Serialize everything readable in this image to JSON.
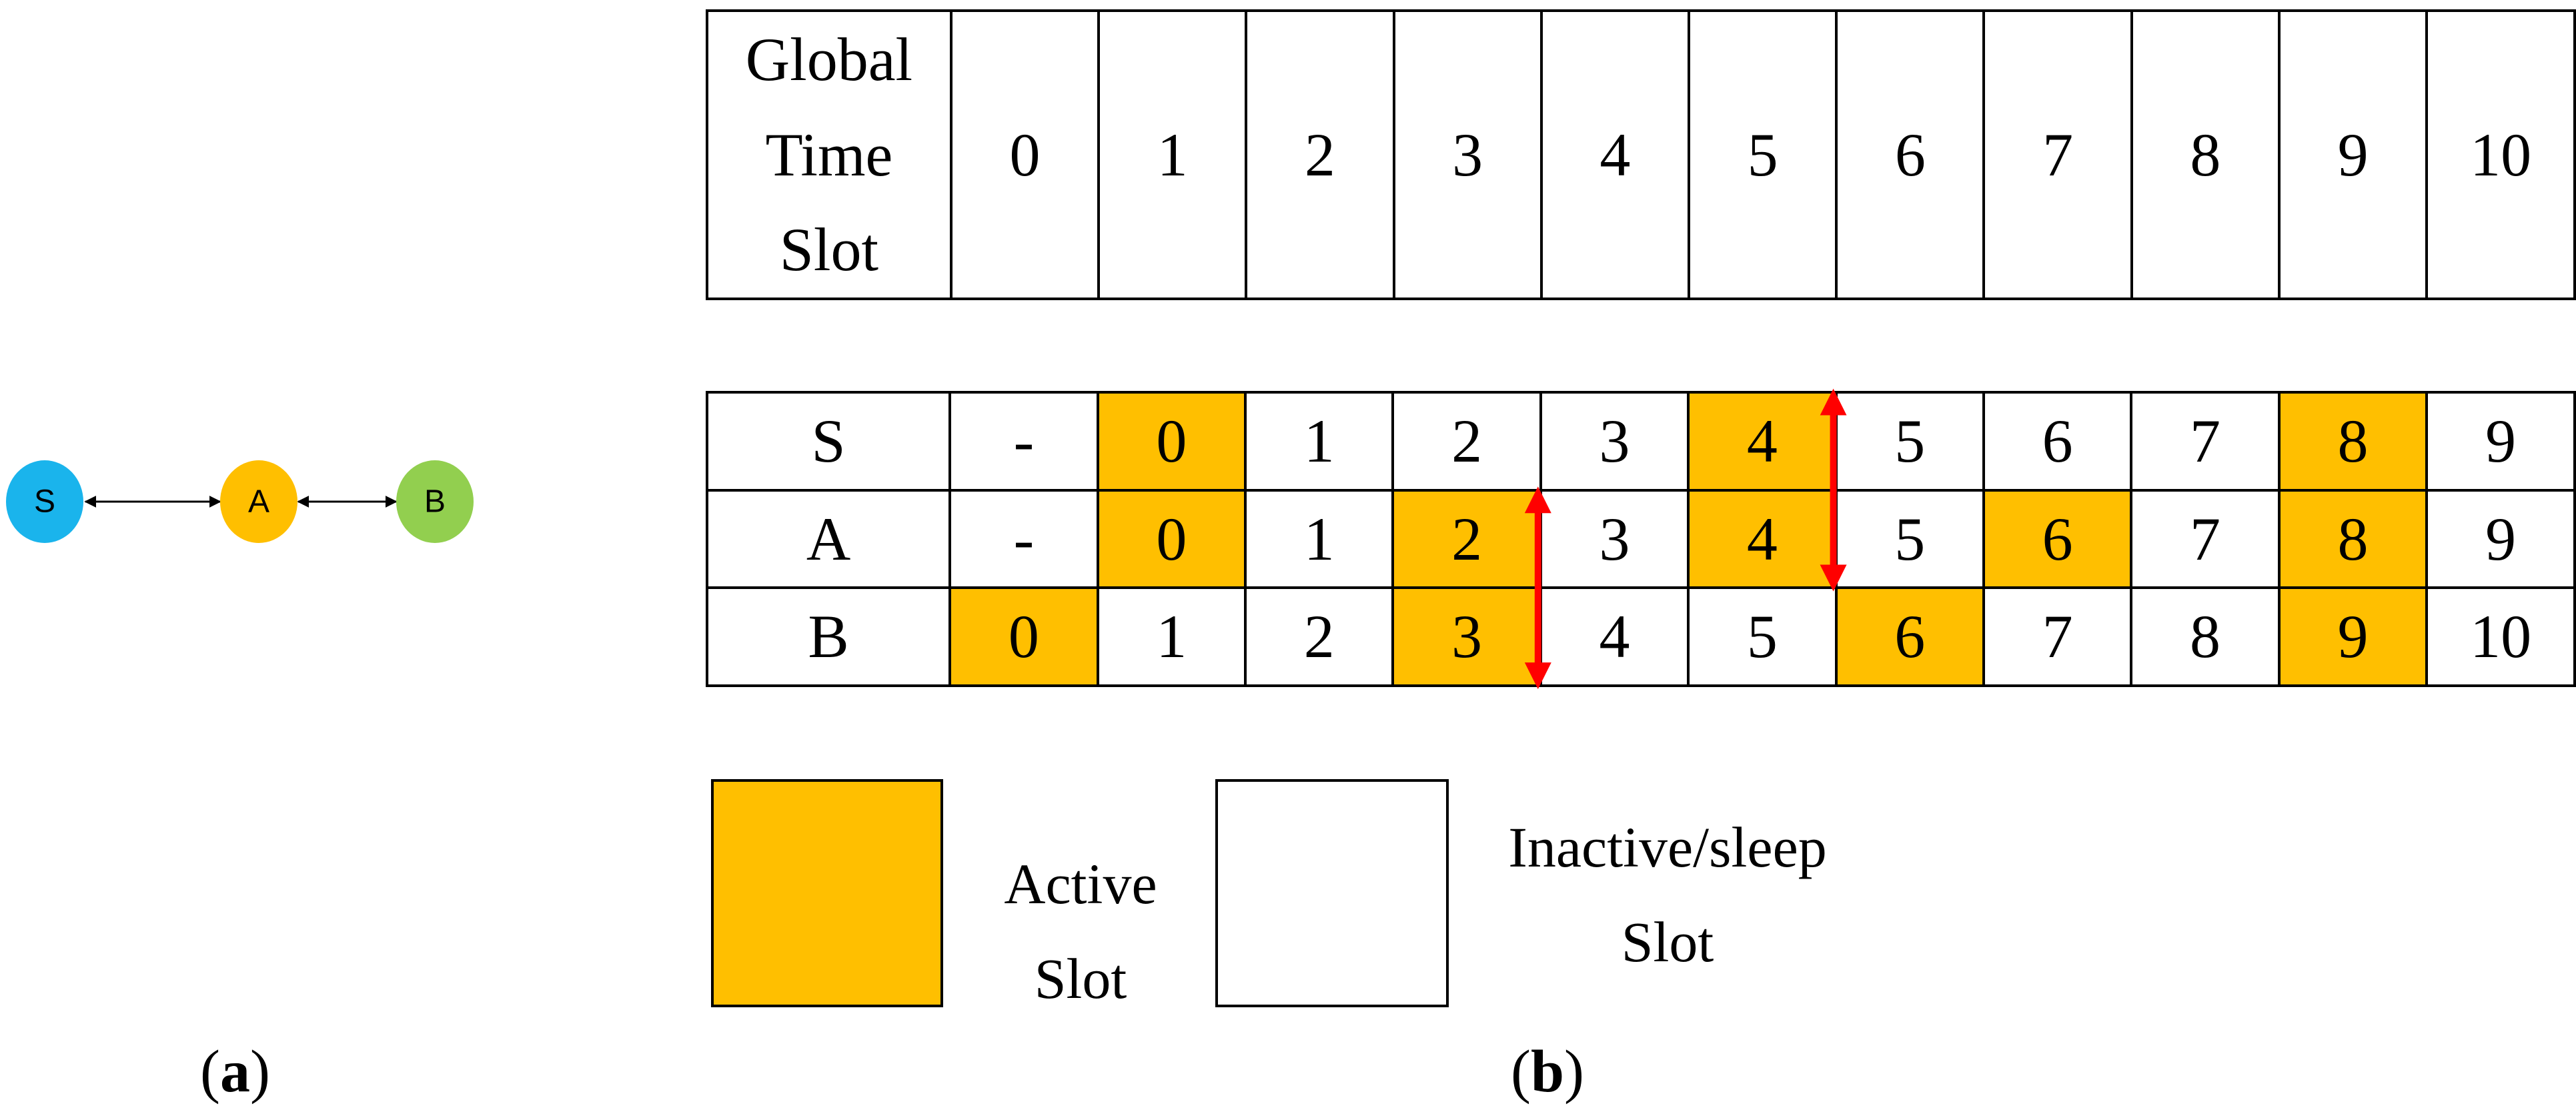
{
  "colors": {
    "active": "#ffbf00",
    "inactive": "#ffffff",
    "arrow": "#ff0000",
    "node_s": "#1ab4ec",
    "node_a": "#ffbf00",
    "node_b": "#92cf4f"
  },
  "topology": {
    "nodes": [
      {
        "id": "S",
        "label": "S"
      },
      {
        "id": "A",
        "label": "A"
      },
      {
        "id": "B",
        "label": "B"
      }
    ],
    "edges": [
      {
        "from": "S",
        "to": "A",
        "bidirectional": true
      },
      {
        "from": "A",
        "to": "B",
        "bidirectional": true
      }
    ]
  },
  "global": {
    "header_lines": [
      "Global",
      "Time",
      "Slot"
    ],
    "slots": [
      "0",
      "1",
      "2",
      "3",
      "4",
      "5",
      "6",
      "7",
      "8",
      "9",
      "10"
    ]
  },
  "schedule": [
    {
      "node": "S",
      "cells": [
        "-",
        "0",
        "1",
        "2",
        "3",
        "4",
        "5",
        "6",
        "7",
        "8",
        "9"
      ],
      "active": [
        false,
        true,
        false,
        false,
        false,
        true,
        false,
        false,
        false,
        true,
        false
      ]
    },
    {
      "node": "A",
      "cells": [
        "-",
        "0",
        "1",
        "2",
        "3",
        "4",
        "5",
        "6",
        "7",
        "8",
        "9"
      ],
      "active": [
        false,
        true,
        false,
        true,
        false,
        true,
        false,
        true,
        false,
        true,
        false
      ]
    },
    {
      "node": "B",
      "cells": [
        "0",
        "1",
        "2",
        "3",
        "4",
        "5",
        "6",
        "7",
        "8",
        "9",
        "10"
      ],
      "active": [
        true,
        false,
        false,
        true,
        false,
        false,
        true,
        false,
        false,
        true,
        false
      ]
    }
  ],
  "transmissions": [
    {
      "between": [
        "S",
        "A"
      ],
      "global_slot": 5
    },
    {
      "between": [
        "A",
        "B"
      ],
      "global_slot": 3
    }
  ],
  "legend": {
    "active_lines": [
      "Active",
      "Slot"
    ],
    "inactive_lines": [
      "Inactive/sleep",
      "Slot"
    ]
  },
  "captions": {
    "a": "a",
    "b": "b"
  }
}
